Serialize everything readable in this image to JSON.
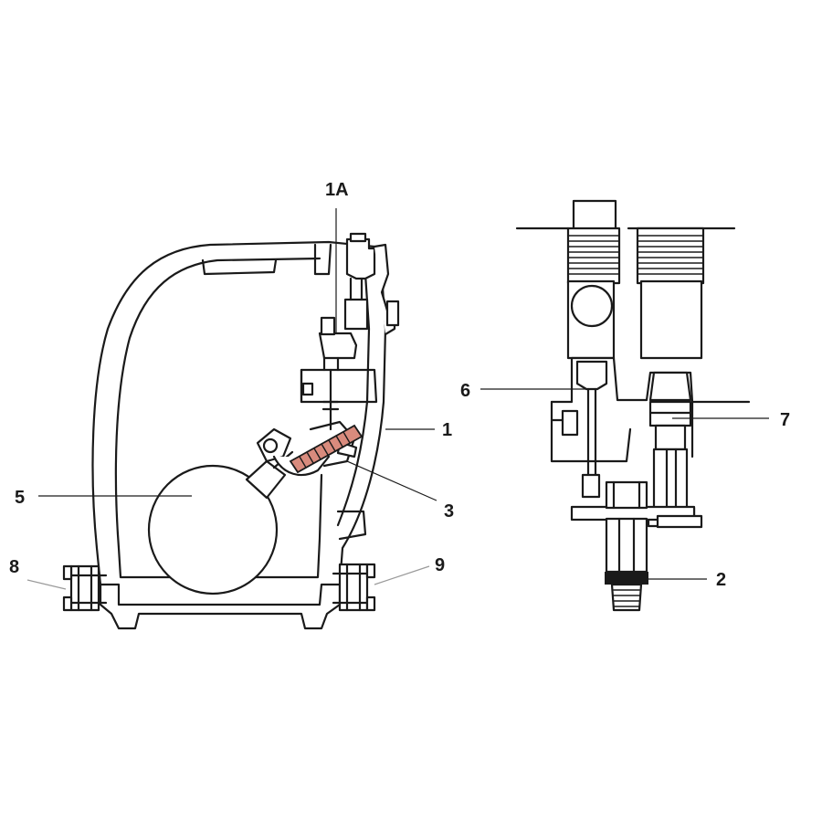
{
  "callouts": {
    "c1": "1",
    "c1a": "1A",
    "c2": "2",
    "c3": "3",
    "c5": "5",
    "c6": "6",
    "c7": "7",
    "c8": "8",
    "c9": "9"
  },
  "colors": {
    "outline": "#1a1a1a",
    "spring": "#d98b7d",
    "background": "#ffffff"
  }
}
